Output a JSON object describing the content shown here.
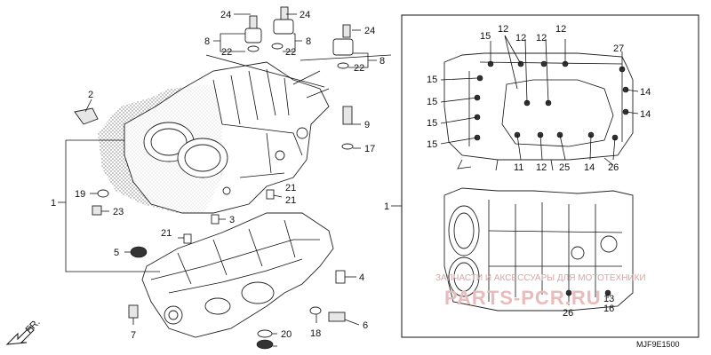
{
  "diagram": {
    "code": "MJF9E1500",
    "front_label": "FR.",
    "watermark": {
      "line1": "ЗАПЧАСТИ И АКСЕССУАРЫ ДЛЯ МОТОТЕХНИКИ",
      "line2": "PARTS-PCR.RU"
    },
    "left_labels": {
      "l1": "1",
      "l2": "2",
      "l3": "3",
      "l4": "4",
      "l5": "5",
      "l6": "6",
      "l7": "7",
      "l8a": "8",
      "l8b": "8",
      "l8c": "8",
      "l9": "9",
      "l17": "17",
      "l18": "18",
      "l19": "19",
      "l20": "20",
      "l21a": "21",
      "l21b": "21",
      "l22a": "22",
      "l22b": "22",
      "l22c": "22",
      "l23": "23",
      "l24a": "24",
      "l24b": "24",
      "l24c": "24"
    },
    "right_labels": {
      "r1": "1",
      "r15a": "15",
      "r15b": "15",
      "r15c": "15",
      "r15d": "15",
      "r15e": "15",
      "r12a": "12",
      "r12b": "12",
      "r12c": "12",
      "r12d": "12",
      "r12e": "12",
      "r27": "27",
      "r14a": "14",
      "r14b": "14",
      "r14c": "14",
      "r11": "11",
      "r25": "25",
      "r26a": "26",
      "r26b": "26",
      "r13": "13",
      "r16": "16"
    }
  }
}
